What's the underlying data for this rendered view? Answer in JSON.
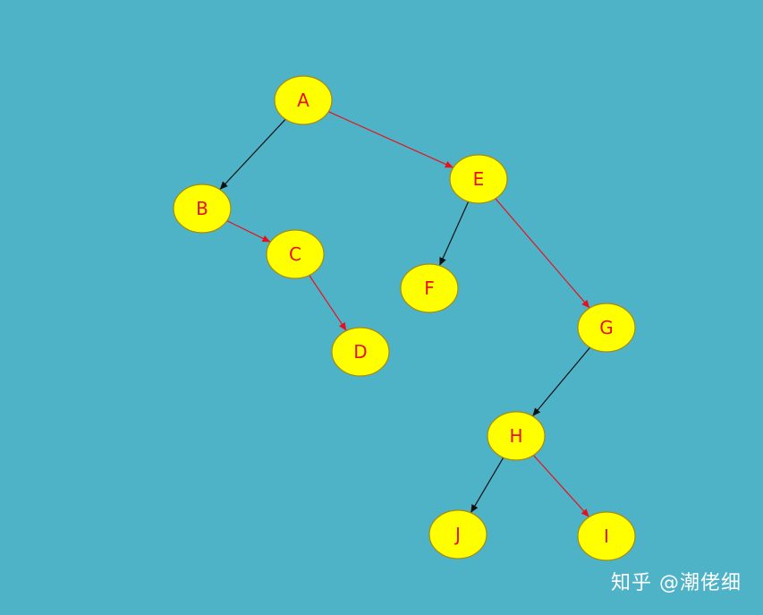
{
  "colors": {
    "background": "#4fb3c8",
    "node_fill": "#ffff00",
    "node_stroke": "#a38b12",
    "label": "#e8111b",
    "edge_child": "#111111",
    "edge_sibling": "#e8111b",
    "watermark": "#ffffff"
  },
  "nodes": [
    {
      "id": "A",
      "label": "A"
    },
    {
      "id": "B",
      "label": "B"
    },
    {
      "id": "C",
      "label": "C"
    },
    {
      "id": "D",
      "label": "D"
    },
    {
      "id": "E",
      "label": "E"
    },
    {
      "id": "F",
      "label": "F"
    },
    {
      "id": "G",
      "label": "G"
    },
    {
      "id": "H",
      "label": "H"
    },
    {
      "id": "I",
      "label": "I"
    },
    {
      "id": "J",
      "label": "J"
    }
  ],
  "edges": [
    {
      "from": "A",
      "to": "B",
      "kind": "child"
    },
    {
      "from": "A",
      "to": "E",
      "kind": "sibling"
    },
    {
      "from": "B",
      "to": "C",
      "kind": "sibling"
    },
    {
      "from": "C",
      "to": "D",
      "kind": "sibling"
    },
    {
      "from": "E",
      "to": "F",
      "kind": "child"
    },
    {
      "from": "E",
      "to": "G",
      "kind": "sibling"
    },
    {
      "from": "G",
      "to": "H",
      "kind": "child"
    },
    {
      "from": "H",
      "to": "J",
      "kind": "child"
    },
    {
      "from": "H",
      "to": "I",
      "kind": "sibling"
    }
  ],
  "watermark": {
    "text": "知乎 @潮佬细"
  }
}
